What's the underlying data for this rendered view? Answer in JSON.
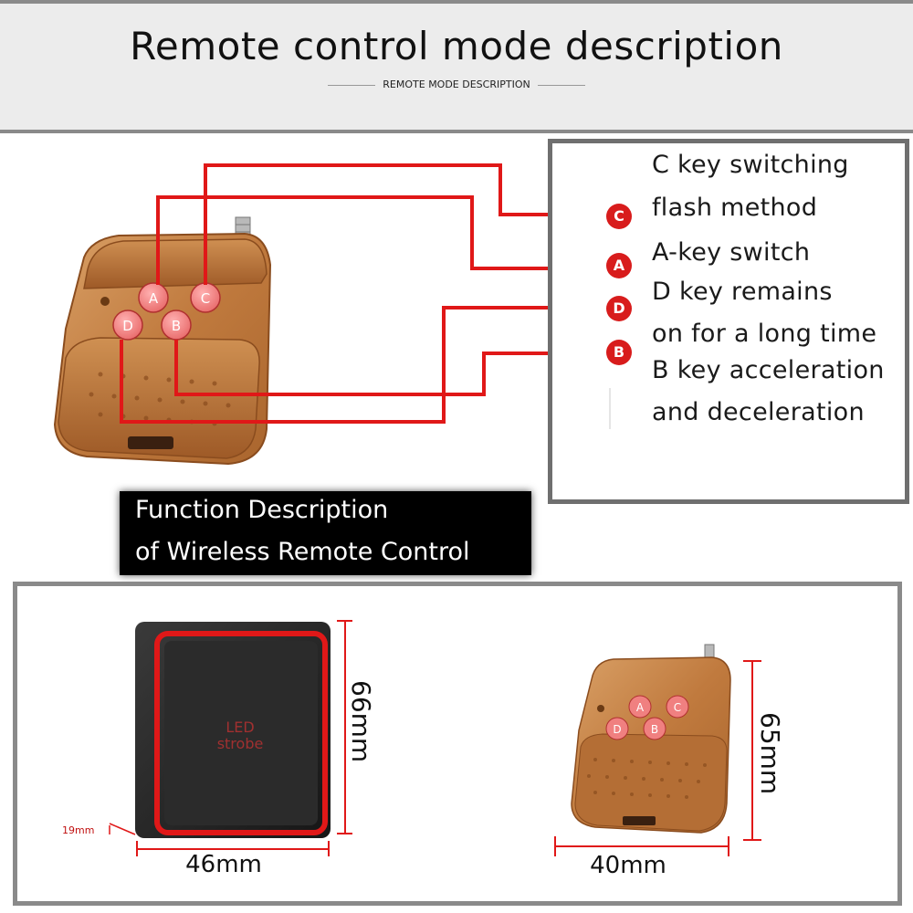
{
  "header": {
    "title": "Remote control mode description",
    "subtitle": "REMOTE MODE DESCRIPTION"
  },
  "remote_buttons": [
    "A",
    "C",
    "D",
    "B"
  ],
  "callout_markers": [
    "C",
    "A",
    "D",
    "B"
  ],
  "functions": [
    "C key switching",
    "flash method",
    "A-key switch",
    "D key remains",
    "on for a long time",
    "B key acceleration",
    "and deceleration"
  ],
  "function_banner": {
    "line1": "Function Description",
    "line2": "of Wireless Remote Control"
  },
  "strobe_device": {
    "label_line1": "LED",
    "label_line2": "strobe",
    "height": "66mm",
    "width": "46mm",
    "depth": "19mm"
  },
  "remote_dims": {
    "height": "65mm",
    "width": "40mm"
  },
  "colors": {
    "accent_red": "#d81c1c",
    "wood": "#c98a4c",
    "frame_gray": "#8a8a8a"
  }
}
